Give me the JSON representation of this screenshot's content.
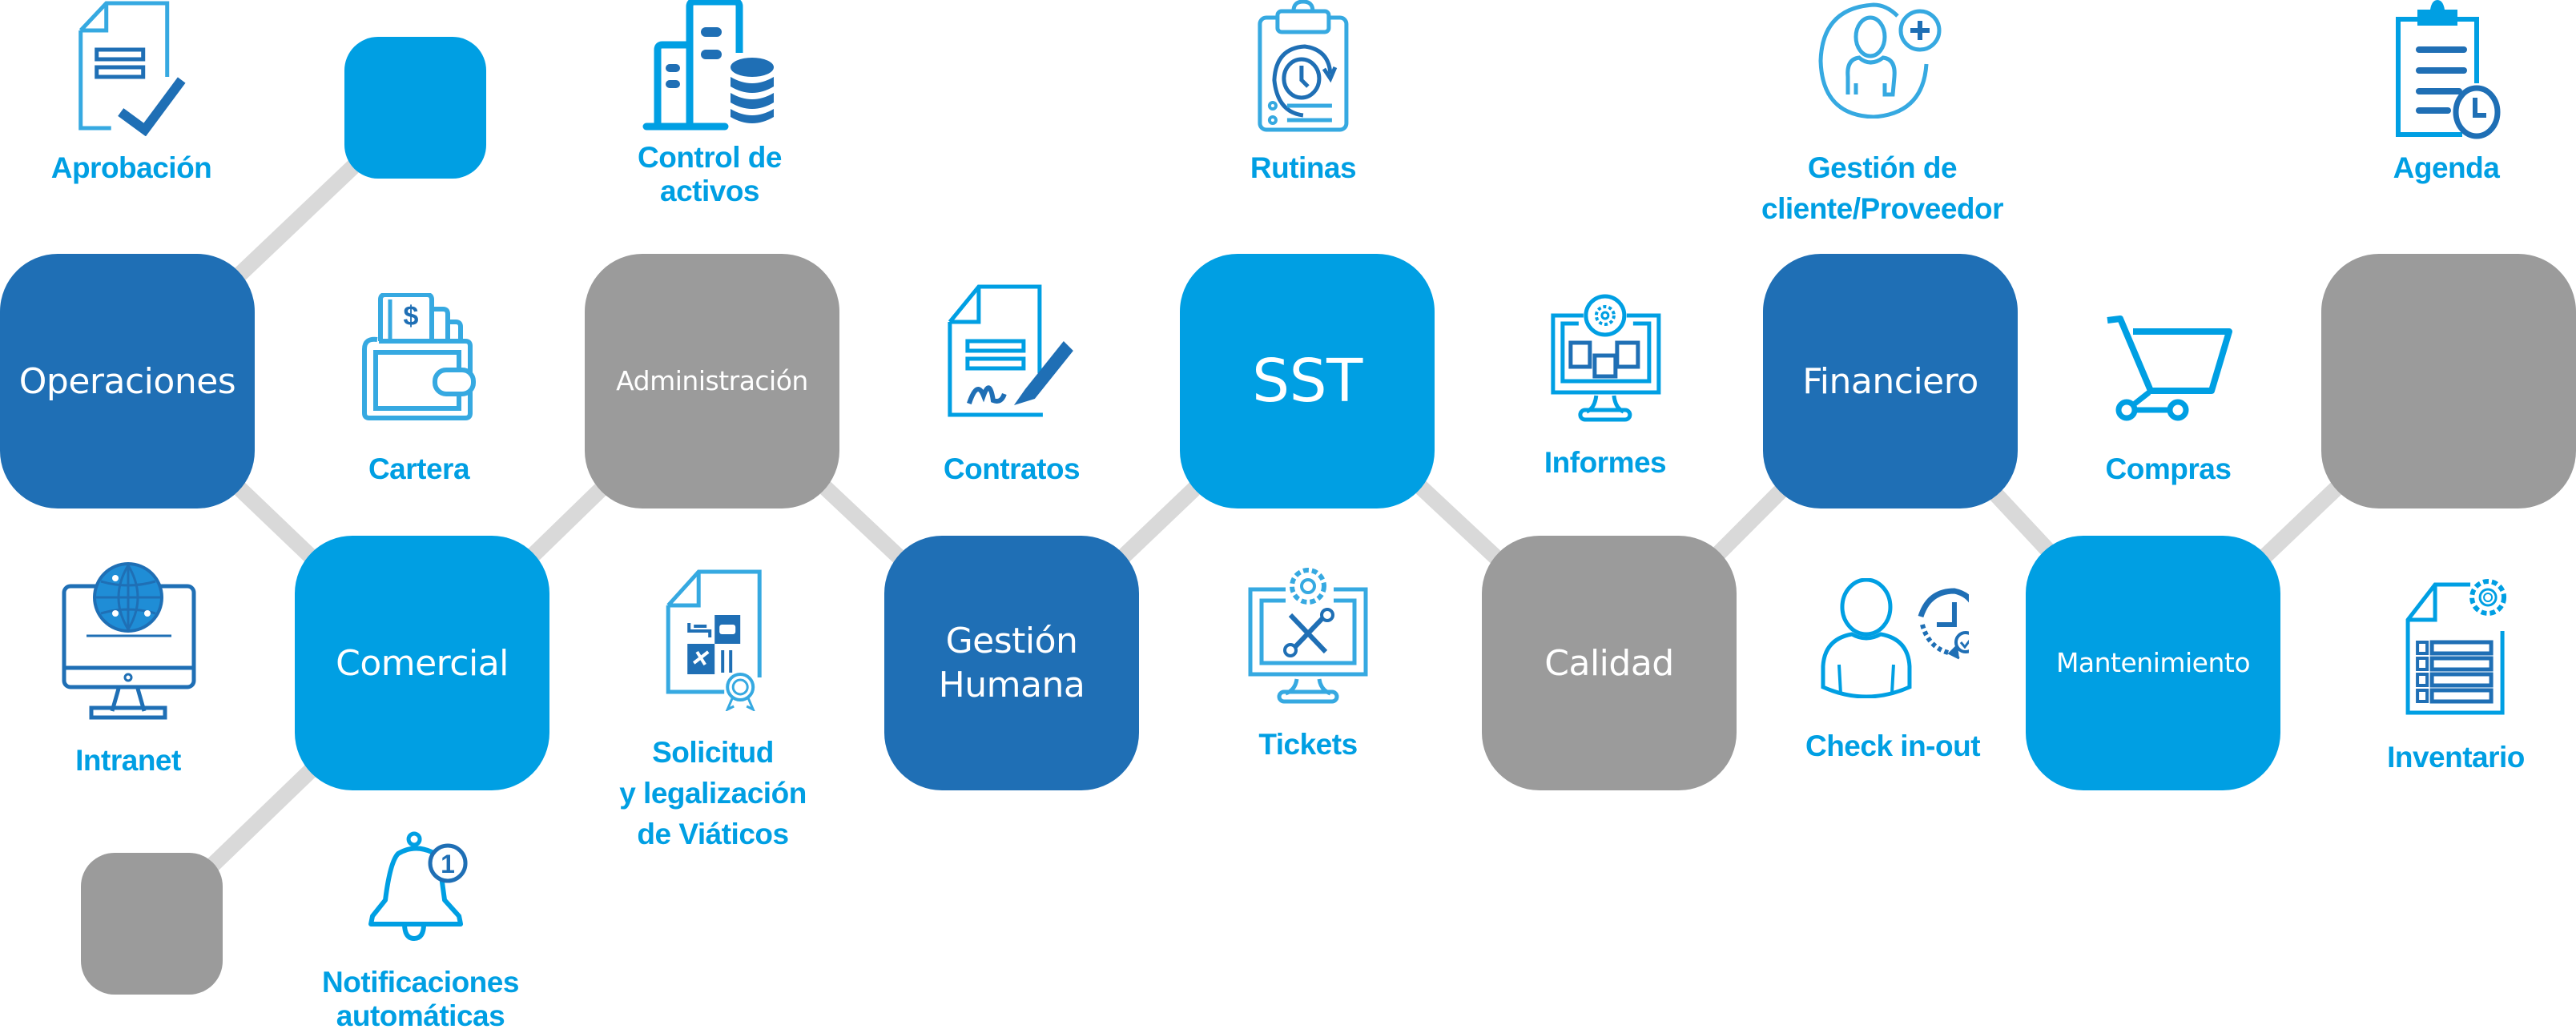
{
  "colors": {
    "dark_blue": "#1F6FB5",
    "light_blue": "#009FE3",
    "gray": "#9B9B9B",
    "connector": "#D9D9D9",
    "label": "#009FE3",
    "icon_light": "#36A9E1",
    "icon_dark": "#1F6FB5"
  },
  "modules": [
    {
      "id": "operaciones",
      "label": "Operaciones",
      "color": "dark_blue"
    },
    {
      "id": "comercial",
      "label": "Comercial",
      "color": "light_blue"
    },
    {
      "id": "administracion",
      "label": "Administración",
      "color": "gray"
    },
    {
      "id": "gestion-humana",
      "label": "Gestión\nHumana",
      "color": "dark_blue"
    },
    {
      "id": "sst",
      "label": "SST",
      "color": "light_blue"
    },
    {
      "id": "calidad",
      "label": "Calidad",
      "color": "gray"
    },
    {
      "id": "financiero",
      "label": "Financiero",
      "color": "dark_blue"
    },
    {
      "id": "mantenimiento",
      "label": "Mantenimiento",
      "color": "light_blue"
    },
    {
      "id": "blank-gray-right",
      "label": "",
      "color": "gray"
    },
    {
      "id": "blank-blue-small",
      "label": "",
      "color": "light_blue"
    },
    {
      "id": "blank-gray-small",
      "label": "",
      "color": "gray"
    }
  ],
  "features": [
    {
      "id": "aprobacion",
      "label": "Aprobación",
      "icon": "document-check-icon"
    },
    {
      "id": "control-activos",
      "label": "Control de\nactivos",
      "icon": "buildings-database-icon"
    },
    {
      "id": "rutinas",
      "label": "Rutinas",
      "icon": "clipboard-clock-icon"
    },
    {
      "id": "gestion-cliente",
      "label": "Gestión de\ncliente/Proveedor",
      "icon": "user-add-icon"
    },
    {
      "id": "agenda",
      "label": "Agenda",
      "icon": "clipboard-schedule-icon"
    },
    {
      "id": "cartera",
      "label": "Cartera",
      "icon": "wallet-icon"
    },
    {
      "id": "contratos",
      "label": "Contratos",
      "icon": "contract-sign-icon"
    },
    {
      "id": "informes",
      "label": "Informes",
      "icon": "monitor-reports-icon"
    },
    {
      "id": "compras",
      "label": "Compras",
      "icon": "shopping-cart-icon"
    },
    {
      "id": "intranet",
      "label": "Intranet",
      "icon": "monitor-globe-icon"
    },
    {
      "id": "viaticos",
      "label": "Solicitud\ny legalización\nde Viáticos",
      "icon": "travel-document-icon"
    },
    {
      "id": "tickets",
      "label": "Tickets",
      "icon": "monitor-tools-icon"
    },
    {
      "id": "check-in-out",
      "label": "Check in-out",
      "icon": "user-clock-icon"
    },
    {
      "id": "inventario",
      "label": "Inventario",
      "icon": "inventory-list-icon"
    },
    {
      "id": "notificaciones",
      "label": "Notificaciones\nautomáticas",
      "icon": "bell-notification-icon",
      "badge": "1"
    }
  ]
}
